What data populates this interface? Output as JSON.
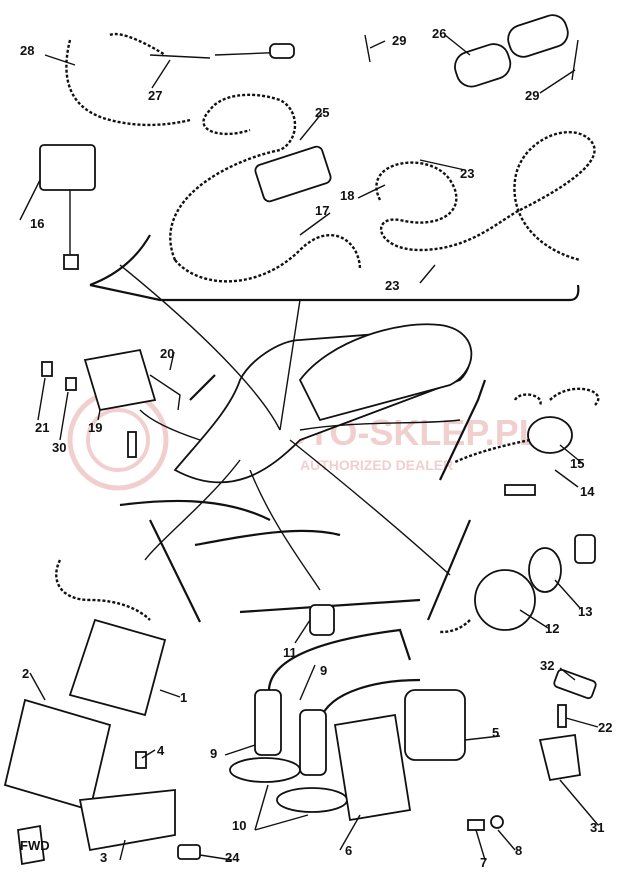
{
  "watermark": {
    "brand": "MOTO-SKLEP.PL",
    "tagline": "AUTHORIZED DEALER"
  },
  "callouts": {
    "p1": "1",
    "p2": "2",
    "p3": "3",
    "p4": "4",
    "p5": "5",
    "p6": "6",
    "p7": "7",
    "p8": "8",
    "p9a": "9",
    "p9b": "9",
    "p10": "10",
    "p11": "11",
    "p12": "12",
    "p13": "13",
    "p14": "14",
    "p15": "15",
    "p16": "16",
    "p17": "17",
    "p18": "18",
    "p19": "19",
    "p20": "20",
    "p21": "21",
    "p22": "22",
    "p23a": "23",
    "p23b": "23",
    "p24": "24",
    "p25": "25",
    "p26": "26",
    "p27": "27",
    "p28": "28",
    "p29a": "29",
    "p29b": "29",
    "p30": "30",
    "p31": "31",
    "p32": "32"
  },
  "fwd_label": "FWD",
  "colors": {
    "ink": "#111111",
    "watermark": "#e8a8a8"
  }
}
